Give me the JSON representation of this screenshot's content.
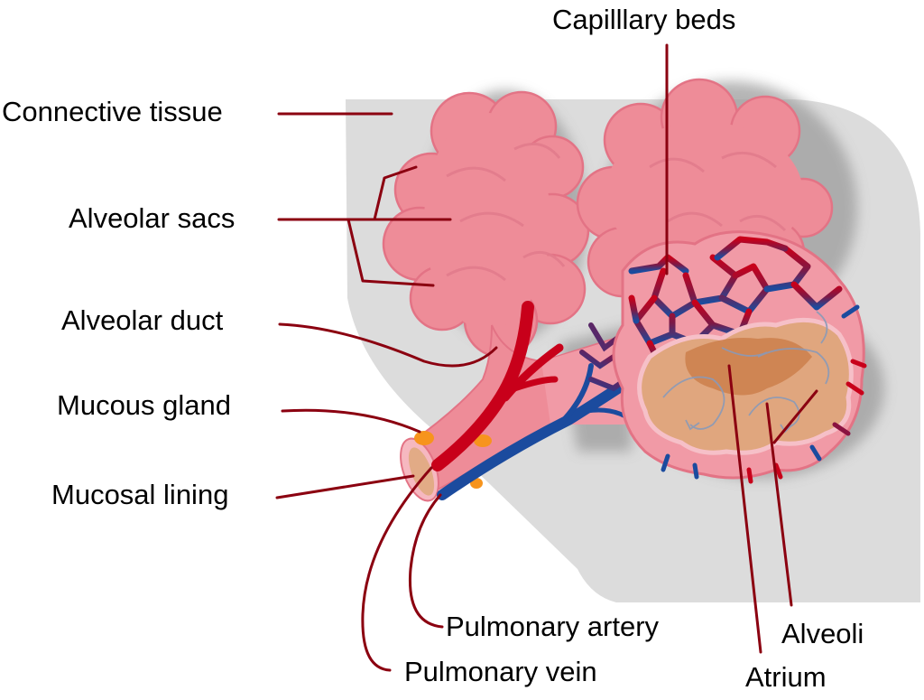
{
  "diagram": {
    "subject": "Alveoli and respiratory bronchiole anatomy",
    "colors": {
      "background": "#ffffff",
      "connective_tissue": "#dcdcdc",
      "shadow": "#a8a8a8",
      "alveolar_sac": "#ee8c98",
      "alveolar_sac_outline": "#e37385",
      "alveolar_sac_shade": "#e27c8c",
      "artery": "#c8001a",
      "vein": "#1b4b9e",
      "capillary_mix": "#6a1d4a",
      "leader_line": "#8b0010",
      "atrium_fill": "#e0a67e",
      "atrium_dark": "#c97a45",
      "mucous_gland": "#f7941d",
      "airflow_arrow": "#8a9ab8"
    },
    "labels": {
      "connective_tissue": "Connective tissue",
      "alveolar_sacs": "Alveolar sacs",
      "alveolar_duct": "Alveolar duct",
      "mucous_gland": "Mucous gland",
      "mucosal_lining": "Mucosal lining",
      "capillary_beds": "Capilllary beds",
      "pulmonary_artery": "Pulmonary artery",
      "pulmonary_vein": "Pulmonary vein",
      "alveoli": "Alveoli",
      "atrium": "Atrium"
    }
  }
}
